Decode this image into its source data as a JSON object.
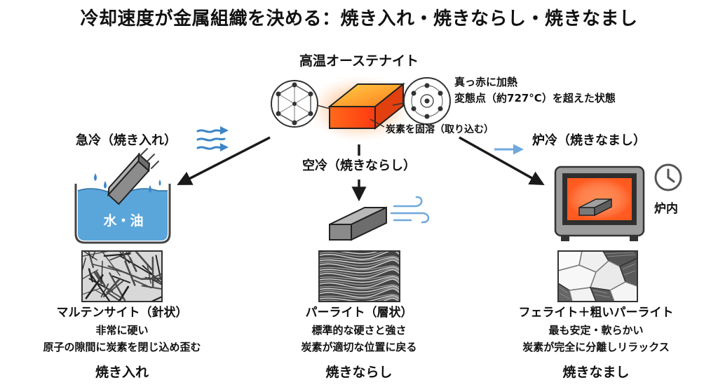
{
  "title": "冷却速度が金属組織を決める：焼き入れ・焼きならし・焼きなまし",
  "start": {
    "label": "高温オーステナイト",
    "note1": "真っ赤に加熱",
    "note2": "変態点（約727°C）を超えた状態",
    "carbon_note": "炭素を固溶（取り込む）"
  },
  "branches": {
    "quench": {
      "label": "急冷（焼き入れ）",
      "tank_text": "水・油",
      "structure": "マルテンサイト（針状）",
      "desc1": "非常に硬い",
      "desc2": "原子の隙間に炭素を閉じ込め歪む",
      "name": "焼き入れ"
    },
    "air": {
      "label": "空冷（焼きならし）",
      "structure": "パーライト（層状）",
      "desc1": "標準的な硬さと強さ",
      "desc2": "炭素が適切な位置に戻る",
      "name": "焼きならし"
    },
    "furnace": {
      "label": "炉冷（焼きなまし）",
      "furnace_label": "炉内",
      "structure": "フェライト＋粗いパーライト",
      "desc1": "最も安定・軟らかい",
      "desc2": "炭素が完全に分離しリラックス",
      "name": "焼きなまし"
    }
  },
  "colors": {
    "hot": "#ff5a1f",
    "water": "#5aa6db",
    "arrow_blue": "#3d86c6",
    "dark": "#1a1a1a"
  }
}
